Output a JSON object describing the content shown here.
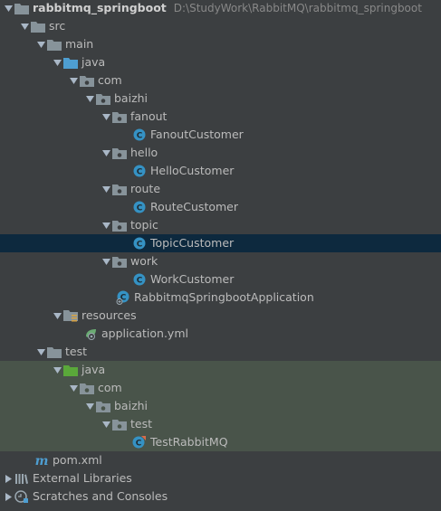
{
  "project": {
    "name": "rabbitmq_springboot",
    "path": "D:\\StudyWork\\RabbitMQ\\rabbitmq_springboot"
  },
  "nodes": {
    "src": "src",
    "main": "main",
    "java_main": "java",
    "com_main": "com",
    "baizhi_main": "baizhi",
    "fanout": "fanout",
    "fanout_class": "FanoutCustomer",
    "hello": "hello",
    "hello_class": "HelloCustomer",
    "route": "route",
    "route_class": "RouteCustomer",
    "topic": "topic",
    "topic_class": "TopicCustomer",
    "work": "work",
    "work_class": "WorkCustomer",
    "app_class": "RabbitmqSpringbootApplication",
    "resources": "resources",
    "app_yml": "application.yml",
    "test": "test",
    "java_test": "java",
    "com_test": "com",
    "baizhi_test": "baizhi",
    "test_pkg": "test",
    "test_class": "TestRabbitMQ",
    "pom": "pom.xml",
    "external_libraries": "External Libraries",
    "scratches": "Scratches and Consoles"
  },
  "colors": {
    "background": "#3c3f41",
    "selection": "#0d293e",
    "test_highlight": "#49544a",
    "folder": "#87939a",
    "folder_source": "#4e9ed1",
    "folder_test": "#5aa83a",
    "class_icon": "#3592c4"
  }
}
